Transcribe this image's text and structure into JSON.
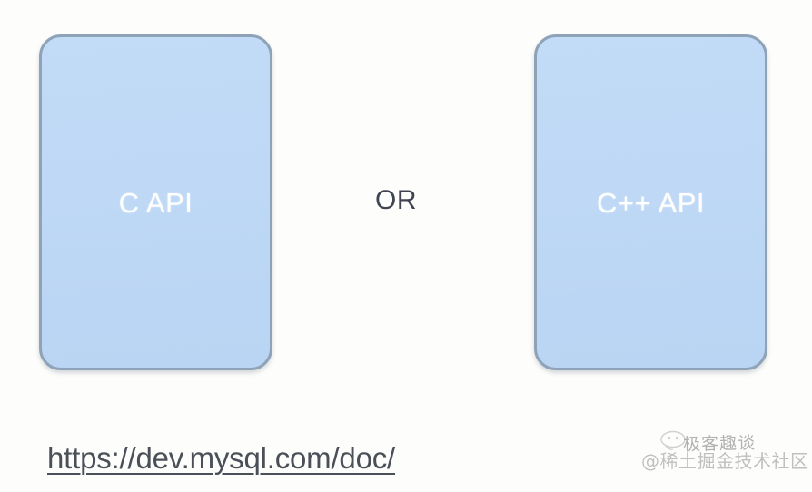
{
  "diagram": {
    "boxes": [
      {
        "label": "C API",
        "name": "c-api-box"
      },
      {
        "label": "C++ API",
        "name": "cpp-api-box"
      }
    ],
    "connector_label": "OR",
    "url": "https://dev.mysql.com/doc/",
    "colors": {
      "box_fill": "#bed8f5",
      "box_border": "#8fa3b8",
      "box_label_text": "#ffffff",
      "connector_text": "#3f4450",
      "url_text": "#4b5058",
      "background": "#fdfdfb"
    }
  },
  "watermark": {
    "brand": "极客趣谈",
    "community": "@稀土掘金技术社区"
  }
}
